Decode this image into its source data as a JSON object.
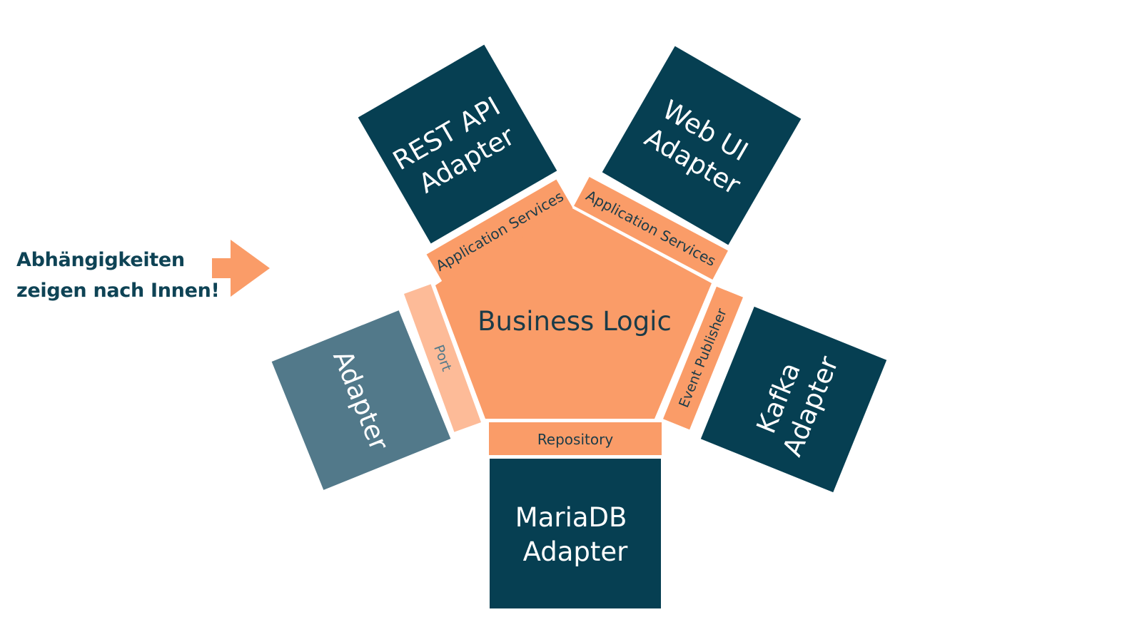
{
  "callout": {
    "line1": "Abhängigkeiten",
    "line2": "zeigen nach Innen!"
  },
  "core": {
    "label": "Business Logic"
  },
  "ports": {
    "application_services_left": "Application Services",
    "application_services_right": "Application Services",
    "port": "Port",
    "event_publisher": "Event Publisher",
    "repository": "Repository"
  },
  "adapters": {
    "rest_api": [
      "REST API",
      "Adapter"
    ],
    "web_ui": [
      "Web UI",
      "Adapter"
    ],
    "generic": "Adapter",
    "kafka": [
      "Kafka",
      "Adapter"
    ],
    "mariadb": [
      "MariaDB",
      "Adapter"
    ]
  },
  "colors": {
    "dark_teal": "#063f52",
    "muted_teal": "#52798a",
    "orange": "#fa9c68",
    "light_orange": "#fdbb98",
    "port_text": "#1b3b48",
    "white": "#ffffff",
    "callout_text": "#0e4355"
  }
}
